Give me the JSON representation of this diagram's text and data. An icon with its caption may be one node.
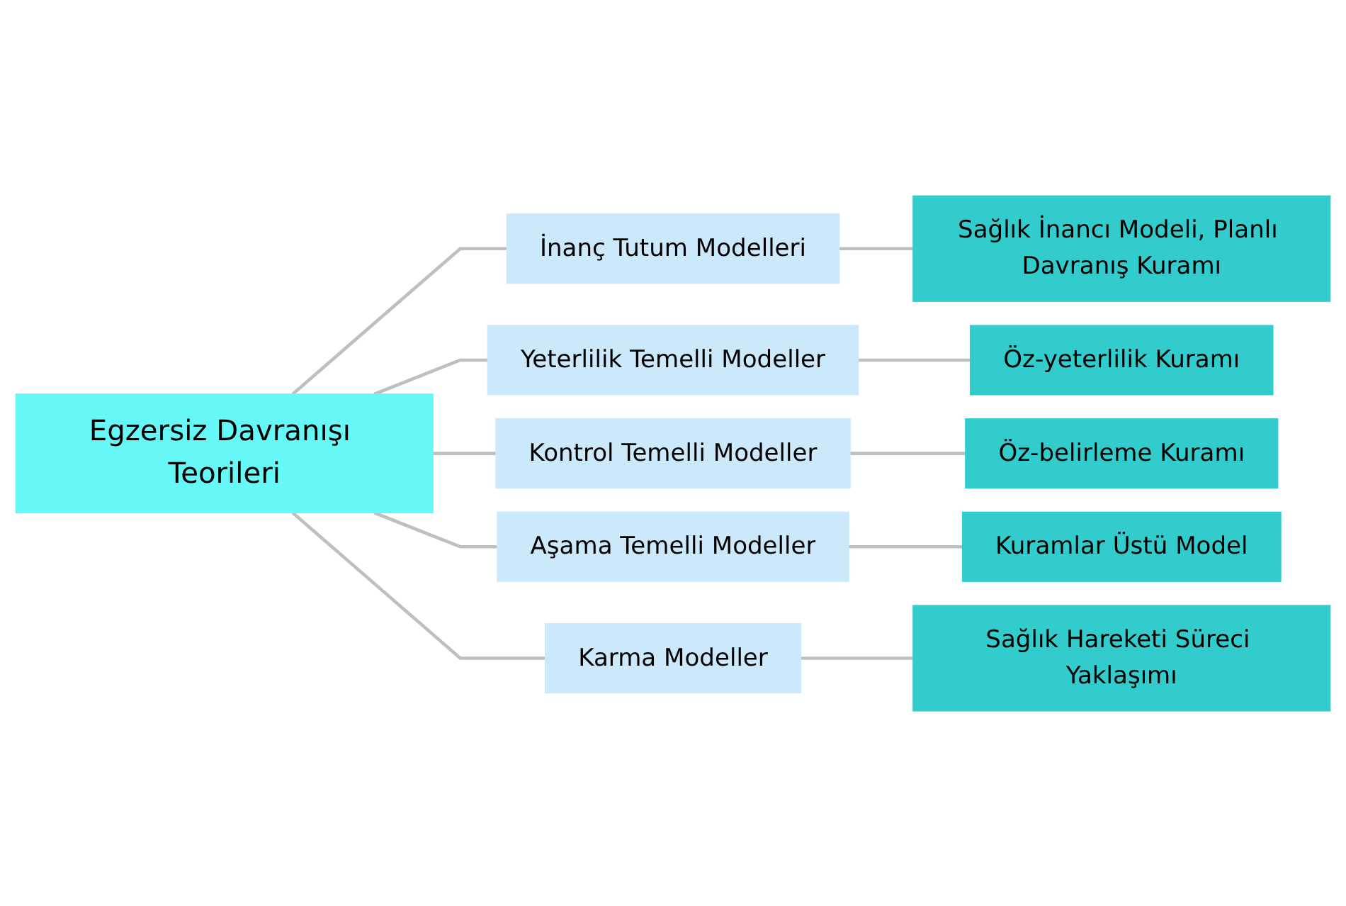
{
  "diagram": {
    "nodes": [
      {
        "text": [
          "Egzersiz Davranışı Teorileri"
        ]
      },
      {
        "text": [
          "İnanç Tutum Modelleri"
        ]
      },
      {
        "text": [
          "Sağlık İnancı Modeli, Planlı Davranış Kuramı"
        ]
      },
      {
        "text": [
          "Yeterlilik Temelli Modeller"
        ]
      },
      {
        "text": [
          "Öz-yeterlilik Kuramı"
        ]
      },
      {
        "text": [
          "Kontrol Temelli Modeller"
        ]
      },
      {
        "text": [
          "Öz-belirleme Kuramı"
        ]
      },
      {
        "text": [
          "Aşama Temelli Modeller"
        ]
      },
      {
        "text": [
          "Kuramlar Üstü Model"
        ]
      },
      {
        "text": [
          "Karma Modeller"
        ]
      },
      {
        "text": [
          "Sağlık Hareketi Süreci Yaklaşımı"
        ]
      }
    ],
    "edges": [
      {
        "from": 0,
        "to": 1,
        "arrow": "none"
      },
      {
        "from": 0,
        "to": 3,
        "arrow": "none"
      },
      {
        "from": 0,
        "to": 5,
        "arrow": "none"
      },
      {
        "from": 0,
        "to": 7,
        "arrow": "none"
      },
      {
        "from": 0,
        "to": 9,
        "arrow": "none"
      },
      {
        "from": 1,
        "to": 2,
        "arrow": "none"
      },
      {
        "from": 3,
        "to": 4,
        "arrow": "none"
      },
      {
        "from": 5,
        "to": 6,
        "arrow": "none"
      },
      {
        "from": 7,
        "to": 8,
        "arrow": "none"
      },
      {
        "from": 9,
        "to": 10,
        "arrow": "none"
      }
    ]
  }
}
